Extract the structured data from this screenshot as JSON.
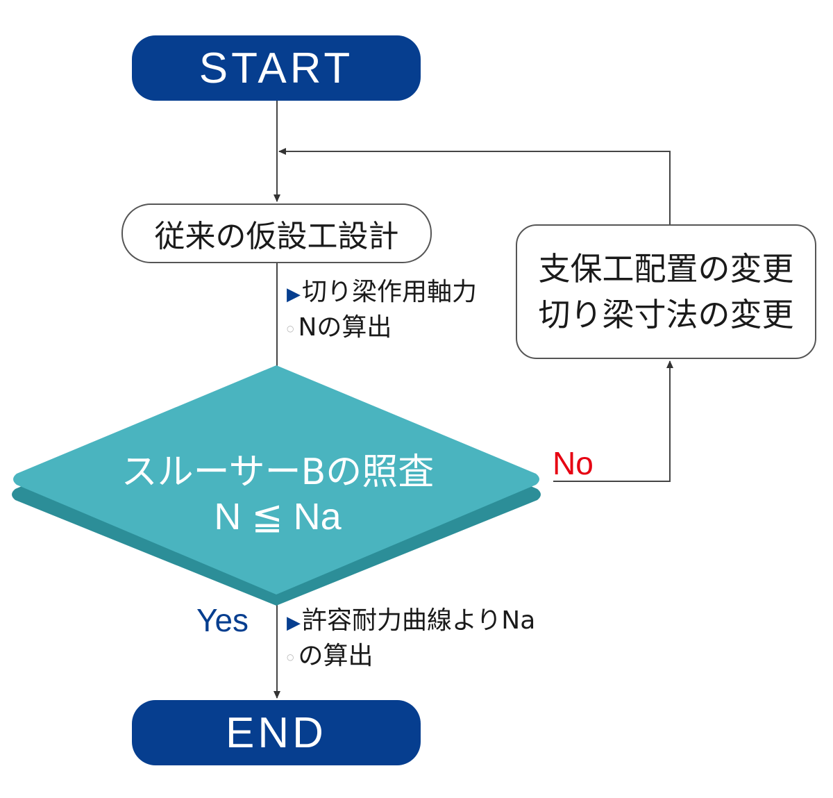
{
  "flow": {
    "start_label": "START",
    "design_label": "従来の仮設工設計",
    "note_axial": {
      "line1": "切り梁作用軸力",
      "line2": "Nの算出"
    },
    "decision": {
      "title": "スルーサーBの照査",
      "condition": "N ≦ Na"
    },
    "no_label": "No",
    "yes_label": "Yes",
    "note_allowable": {
      "line1": "許容耐力曲線よりNa",
      "line2": "の算出"
    },
    "change_box": {
      "line1": "支保工配置の変更",
      "line2": "切り梁寸法の変更"
    },
    "end_label": "END"
  },
  "colors": {
    "terminal": "#063e8f",
    "decision": "#4ab4bf",
    "decision_shadow": "#2c8e98",
    "no": "#e60012",
    "yes": "#063e8f"
  }
}
